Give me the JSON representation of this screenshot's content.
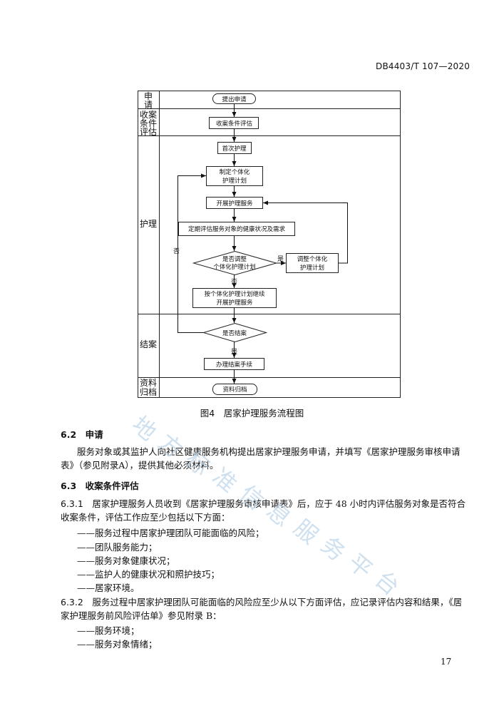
{
  "header": {
    "doc_code": "DB4403/T 107—2020"
  },
  "flowchart": {
    "lanes": [
      {
        "label_lines": [
          "申",
          "请"
        ]
      },
      {
        "label_lines": [
          "收案",
          "条件",
          "评估"
        ]
      },
      {
        "label_lines": [
          "护理"
        ]
      },
      {
        "label_lines": [
          "结案"
        ]
      },
      {
        "label_lines": [
          "资料",
          "归档"
        ]
      }
    ],
    "nodes": {
      "apply": "提出申请",
      "assess": "收案条件评估",
      "first_care": "首次护理",
      "plan_l1": "制定个体化",
      "plan_l2": "护理计划",
      "service": "开展护理服务",
      "periodic": "定期评估服务对象的健康状况及需求",
      "adjust_q_l1": "是否调整",
      "adjust_q_l2": "个体化护理计划",
      "adjust_l1": "调整个体化",
      "adjust_l2": "护理计划",
      "continue_l1": "按个体化护理计划继续",
      "continue_l2": "开展护理服务",
      "close_q": "是否结案",
      "close_proc": "办理结案手续",
      "archive": "资料归档"
    },
    "edge_labels": {
      "yes_adjust": "是",
      "no_adjust": "否",
      "no_close": "否",
      "yes_close": "是"
    }
  },
  "figure_caption": "图4　居家护理服务流程图",
  "sections": {
    "s62_num": "6.2",
    "s62_title": "申请",
    "s62_p1": "服务对象或其监护人向社区健康服务机构提出居家护理服务申请，并填写《居家护理服务审核申请",
    "s62_p2": "表》（参见附录A），提供其他必须材料。",
    "s63_num": "6.3",
    "s63_title": "收案条件评估",
    "s631_num": "6.3.1",
    "s631_p1": "居家护理服务人员收到《居家护理服务审核申请表》后，应于 48 小时内评估服务对象是否符合",
    "s631_p2": "收案条件，评估工作应至少包括以下方面：",
    "s631_items": [
      "——服务过程中居家护理团队可能面临的风险；",
      "——团队服务能力；",
      "——服务对象健康状况；",
      "——监护人的健康状况和照护技巧；",
      "——居家环境。"
    ],
    "s632_num": "6.3.2",
    "s632_p1": "服务过程中居家护理团队可能面临的风险应至少从以下方面评估，应记录评估内容和结果，《居",
    "s632_p2": "家护理服务前风险评估单》参见附录 B：",
    "s632_items": [
      "——服务环境；",
      "——服务对象情绪；"
    ]
  },
  "watermark": [
    "地",
    "方",
    "标",
    "准",
    "信",
    "息",
    "服",
    "务",
    "平",
    "台"
  ],
  "page_number": "17"
}
